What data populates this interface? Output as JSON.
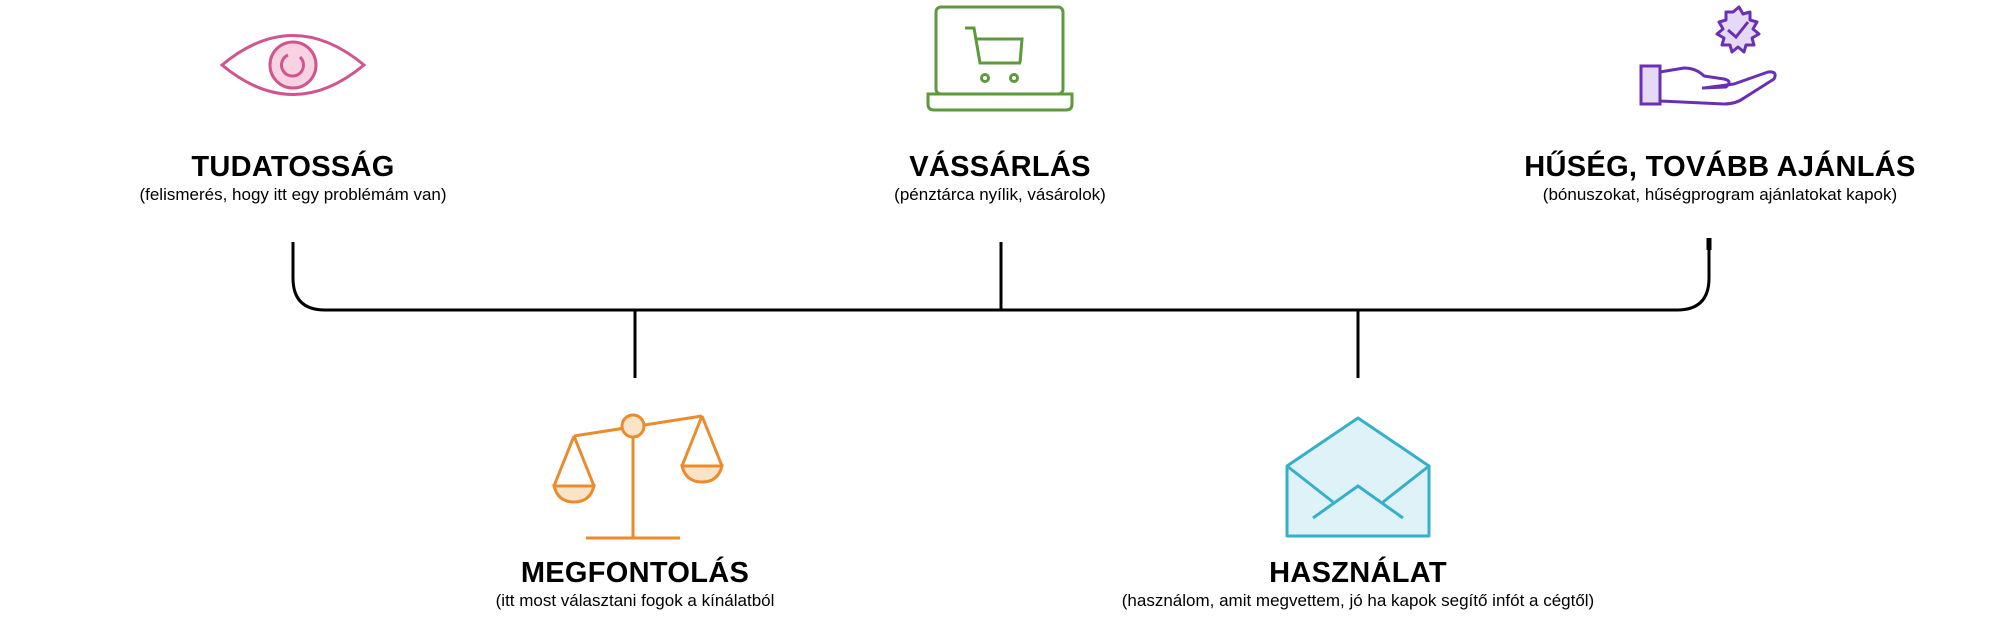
{
  "colors": {
    "line": "#000000",
    "awareness": "#d0558f",
    "purchase": "#5c9a3c",
    "loyalty": "#6a2fb3",
    "consideration": "#ea8c2e",
    "usage": "#36b0c9"
  },
  "stages": {
    "awareness": {
      "title": "TUDATOSSÁG",
      "subtitle": "(felismerés, hogy itt egy problémám van)",
      "icon": "eye-icon"
    },
    "purchase": {
      "title": "VÁSSÁRLÁS",
      "subtitle": "(pénztárca nyílik, vásárolok)",
      "icon": "laptop-cart-icon"
    },
    "loyalty": {
      "title": "HŰSÉG, TOVÁBB AJÁNLÁS",
      "subtitle": "(bónuszokat, hűségprogram ajánlatokat kapok)",
      "icon": "hand-badge-icon"
    },
    "consideration": {
      "title": "MEGFONTOLÁS",
      "subtitle": "(itt most választani fogok a kínálatból",
      "icon": "scales-icon"
    },
    "usage": {
      "title": "HASZNÁLAT",
      "subtitle": "(használom, amit megvettem, jó ha kapok segítő infót a cégtől)",
      "icon": "envelope-icon"
    }
  }
}
